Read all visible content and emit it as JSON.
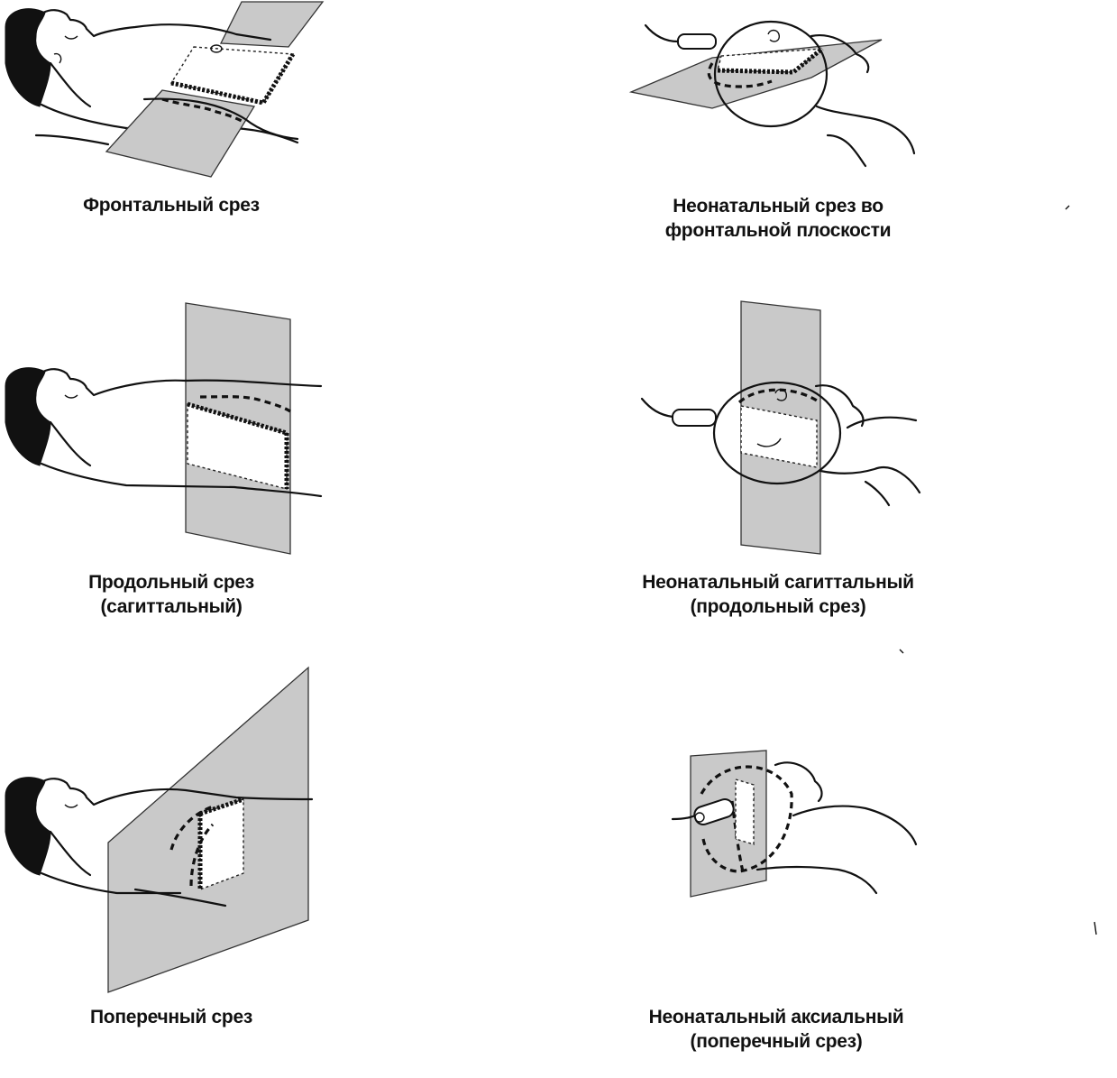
{
  "colors": {
    "plane_fill": "#c9c9c9",
    "ink": "#111111",
    "background": "#ffffff"
  },
  "panels": {
    "frontal": {
      "caption": [
        "Фронтальный срез"
      ]
    },
    "neonatal_frontal": {
      "caption": [
        "Неонатальный срез во",
        "фронтальной плоскости"
      ]
    },
    "sagittal": {
      "caption": [
        "Продольный срез",
        "(сагиттальный)"
      ]
    },
    "neonatal_sagittal": {
      "caption": [
        "Неонатальный сагиттальный",
        "(продольный срез)"
      ]
    },
    "transverse": {
      "caption": [
        "Поперечный срез"
      ]
    },
    "neonatal_axial": {
      "caption": [
        "Неонатальный аксиальный",
        "(поперечный срез)"
      ]
    }
  }
}
